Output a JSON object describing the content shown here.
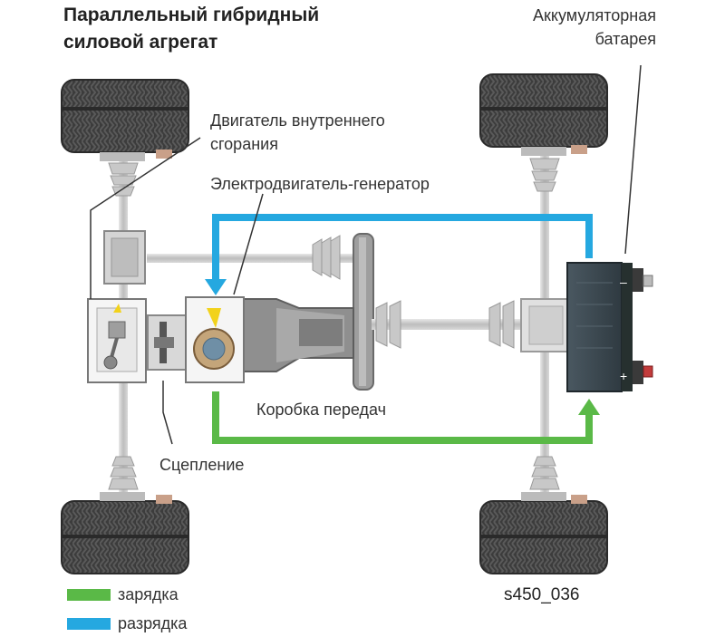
{
  "title": {
    "line1": "Параллельный гибридный",
    "line2": "силовой агрегат"
  },
  "labels": {
    "battery_line1": "Аккумуляторная",
    "battery_line2": "батарея",
    "engine_line1": "Двигатель внутреннего",
    "engine_line2": "сгорания",
    "motor_generator": "Электродвигатель-генератор",
    "gearbox": "Коробка передач",
    "clutch": "Сцепление",
    "battery_minus": "–",
    "battery_plus": "+"
  },
  "legend": [
    {
      "label": "зарядка",
      "color": "#5ab947"
    },
    {
      "label": "разрядка",
      "color": "#25a8e0"
    }
  ],
  "figure_code": "s450_036",
  "colors": {
    "charge": "#5ab947",
    "discharge": "#25a8e0",
    "tire": "#3a3a3a",
    "battery": "#3d4a52"
  }
}
